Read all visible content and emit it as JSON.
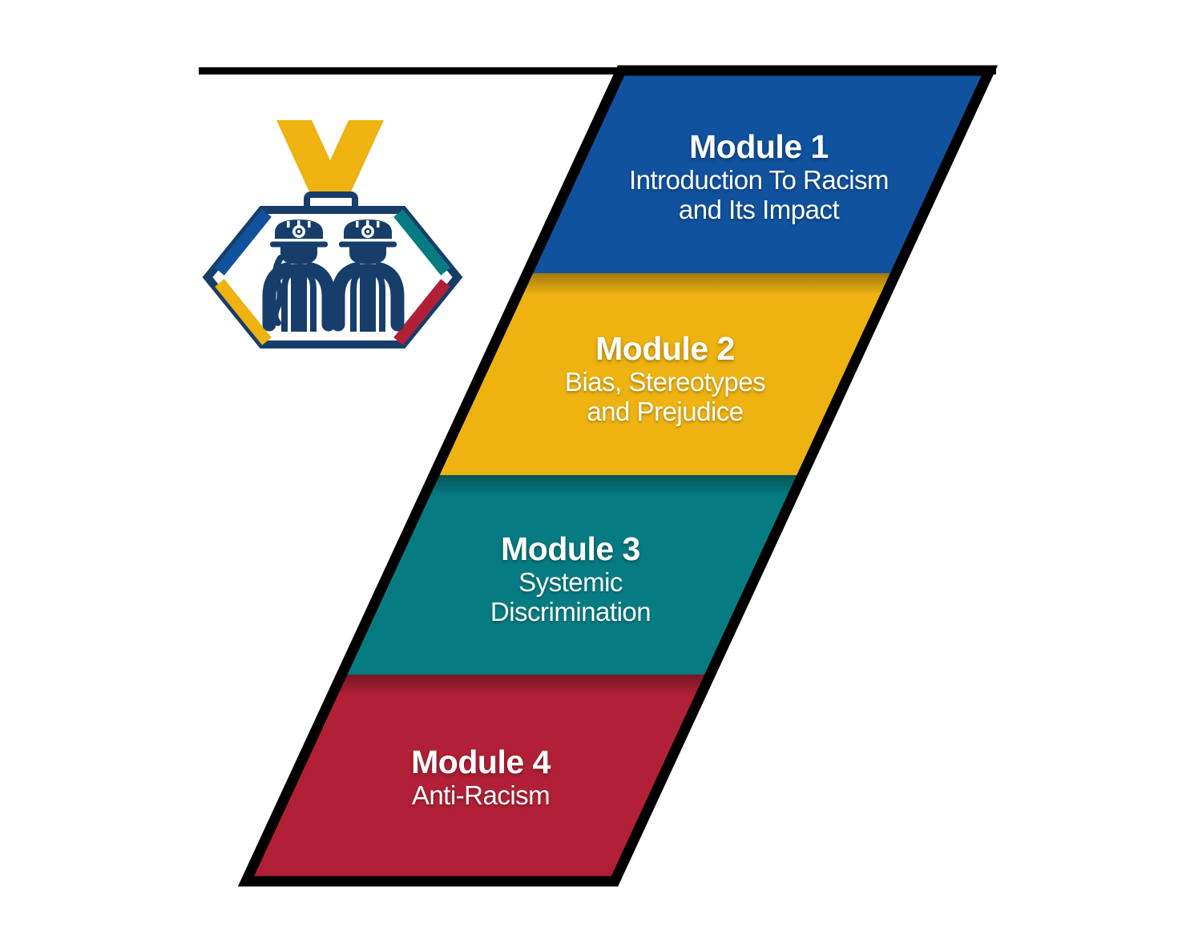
{
  "diagram_title": "Training modules diagram",
  "modules": [
    {
      "label": "Module 1",
      "subtitle_lines": [
        "Introduction To Racism",
        "and Its Impact"
      ],
      "color": "#10529e"
    },
    {
      "label": "Module 2",
      "subtitle_lines": [
        "Bias, Stereotypes",
        "and Prejudice"
      ],
      "color": "#eeb211"
    },
    {
      "label": "Module 3",
      "subtitle_lines": [
        "Systemic",
        "Discrimination"
      ],
      "color": "#067c82"
    },
    {
      "label": "Module 4",
      "subtitle_lines": [
        "Anti-Racism"
      ],
      "color": "#b12036"
    }
  ],
  "logo": {
    "icon": "workers-badge-lanyard-icon",
    "description_icons": [
      "lanyard-icon",
      "hexagon-badge-icon",
      "female-worker-hardhat-icon",
      "male-worker-hardhat-icon"
    ]
  },
  "palette": {
    "navy": "#173e6b",
    "gold": "#eeb211",
    "black": "#000000",
    "white": "#ffffff"
  }
}
